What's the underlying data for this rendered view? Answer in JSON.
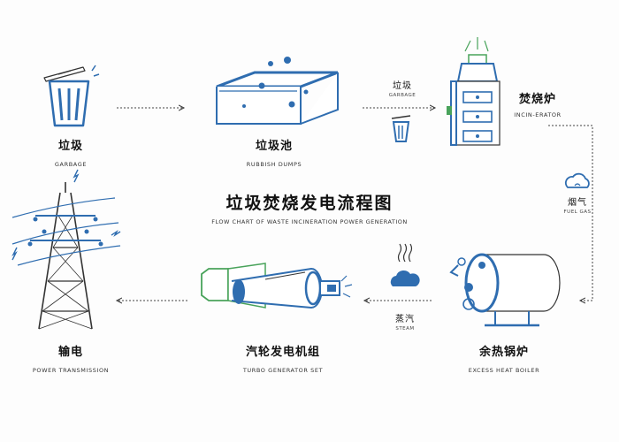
{
  "title": {
    "cn": "垃圾焚烧发电流程图",
    "en": "FLOW CHART OF WASTE INCINERATION POWER GENERATION"
  },
  "nodes": [
    {
      "id": "garbage",
      "cn": "垃圾",
      "en": "GARBAGE"
    },
    {
      "id": "rubbish_dumps",
      "cn": "垃圾池",
      "en": "RUBBISH DUMPS"
    },
    {
      "id": "incinerator",
      "cn": "焚烧炉",
      "en": "INCIN-ERATOR"
    },
    {
      "id": "boiler",
      "cn": "余热锅炉",
      "en": "EXCESS HEAT BOILER"
    },
    {
      "id": "turbo",
      "cn": "汽轮发电机组",
      "en": "TURBO GENERATOR SET"
    },
    {
      "id": "power",
      "cn": "输电",
      "en": "POWER TRANSMISSION"
    }
  ],
  "edge_labels": {
    "garbage": {
      "cn": "垃圾",
      "en": "GARBAGE"
    },
    "fuel_gas": {
      "cn": "烟气",
      "en": "FUEL GAS"
    },
    "steam": {
      "cn": "蒸汽",
      "en": "STEAM"
    }
  },
  "colors": {
    "blue": "#2f6db0",
    "green": "#49a35b",
    "dark": "#222222",
    "line": "#555555"
  }
}
